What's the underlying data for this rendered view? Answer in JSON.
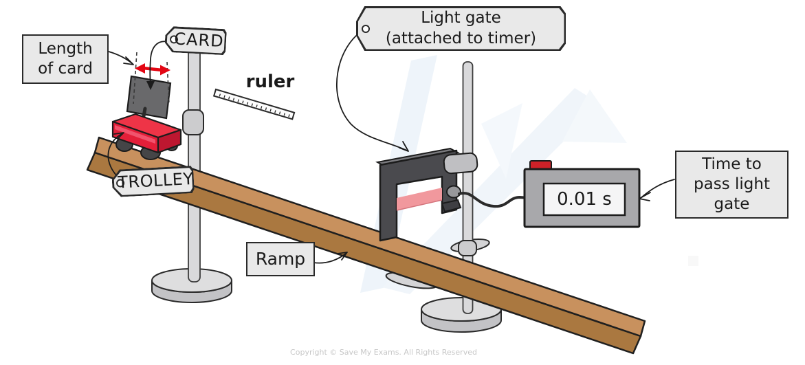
{
  "diagram": {
    "labels": {
      "length_of_card": {
        "line1": "Length",
        "line2": "of card"
      },
      "card_tag": "CARD",
      "ruler": "ruler",
      "light_gate_tag": {
        "line1": "Light gate",
        "line2": "(attached to timer)"
      },
      "trolley_tag": "TROLLEY",
      "ramp": "Ramp",
      "time_to_pass": {
        "line1": "Time to",
        "line2": "pass light",
        "line3": "gate"
      }
    },
    "timer": {
      "display": "0.01 s"
    },
    "colors": {
      "label_fill": "#e9e9e9",
      "outline": "#1c1c1c",
      "ramp_top": "#c8915e",
      "ramp_side": "#aa7840",
      "trolley_red": "#e31f39",
      "arrow_red": "#e30613",
      "light_gate_body": "#4a4a4e",
      "light_beam_pink": "#f1989d",
      "stand_grey": "#d9d9db",
      "timer_body_grey": "#a8a8ab",
      "timer_button_red": "#ce2128"
    },
    "footer": {
      "copyright": "Copyright © Save My Exams. All Rights Reserved"
    }
  }
}
